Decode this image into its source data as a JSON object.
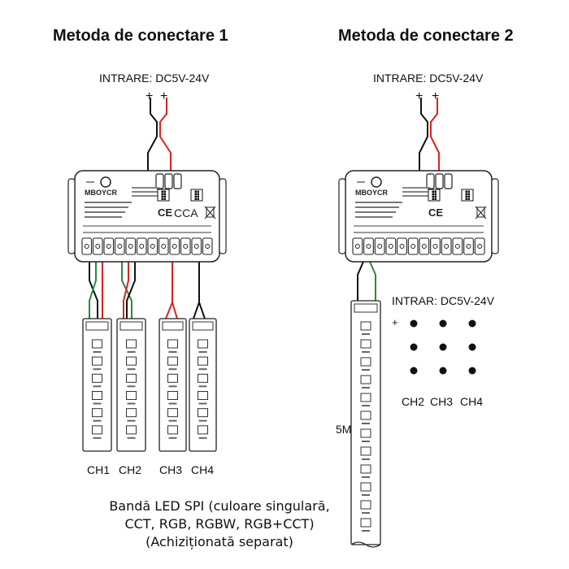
{
  "method1": {
    "title": "Metoda de conectare 1",
    "input_label": "INTRARE: DC5V-24V",
    "plus_signs": [
      "+",
      "+"
    ],
    "channels": [
      "CH1",
      "CH2",
      "CH3",
      "CH4"
    ],
    "controller": {
      "brand": "MBOYCR",
      "cert": "CCA"
    }
  },
  "method2": {
    "title": "Metoda de conectare 2",
    "input_label": "INTRARE: DC5V-24V",
    "plus_signs": [
      "+",
      "+"
    ],
    "strip_length": "5M",
    "controller": {
      "brand": "MBOYCR"
    },
    "jumper": {
      "input_label": "INTRAR: DC5V-24V",
      "plus": "+",
      "channels": [
        "CH2",
        "CH3",
        "CH4"
      ]
    }
  },
  "caption": {
    "line1": "Bandă LED SPI (culoare singulară,",
    "line2": "CCT, RGB, RGBW, RGB+CCT)",
    "line3": "(Achiziționată separat)"
  },
  "colors": {
    "wire_red": "#d9231f",
    "wire_black": "#111111",
    "wire_green": "#2a8a3a",
    "outline": "#222222"
  }
}
